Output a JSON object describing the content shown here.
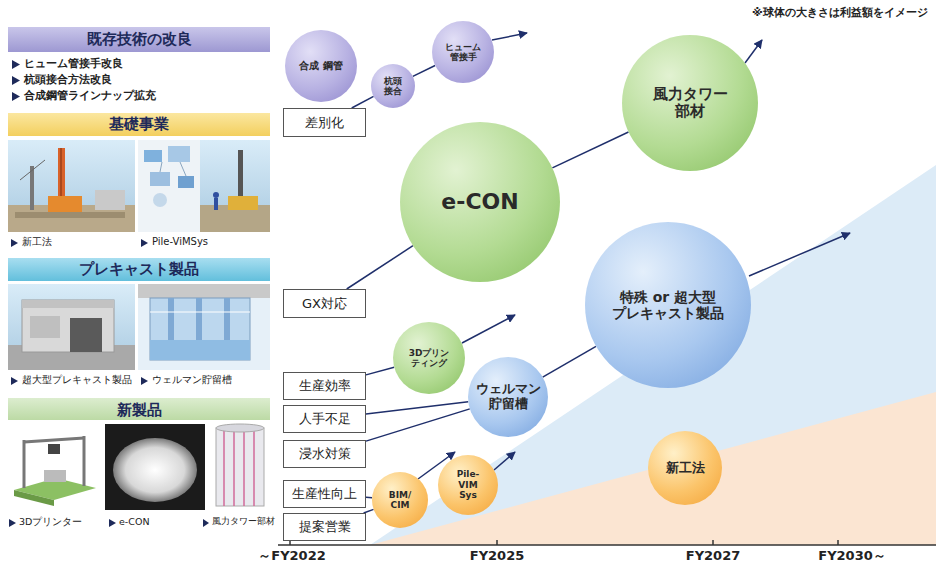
{
  "diagram": {
    "nodes": [
      {
        "text": [
          "既存技術の改良"
        ]
      },
      {
        "text": [
          "基礎事業"
        ]
      },
      {
        "text": [
          "プレキャスト製品"
        ]
      },
      {
        "text": [
          "新製品"
        ]
      },
      {
        "text": [
          "合成 鋼管"
        ]
      },
      {
        "text": [
          "杭頭 接合"
        ]
      },
      {
        "text": [
          "ヒューム 管接手"
        ]
      },
      {
        "text": [
          "差別化"
        ]
      },
      {
        "text": [
          "風力タワー 部材"
        ]
      },
      {
        "text": [
          "e-CON"
        ]
      },
      {
        "text": [
          "GX対応"
        ]
      },
      {
        "text": [
          "特殊 or 超大型 プレキャスト製品"
        ]
      },
      {
        "text": [
          "3Dプリン ティング"
        ]
      },
      {
        "text": [
          "生産効率"
        ]
      },
      {
        "text": [
          "ウェルマン 貯留槽"
        ]
      },
      {
        "text": [
          "人手不足"
        ]
      },
      {
        "text": [
          "浸水対策"
        ]
      },
      {
        "text": [
          "Pile- VIM Sys"
        ]
      },
      {
        "text": [
          "BIM/ CIM"
        ]
      },
      {
        "text": [
          "生産性向上"
        ]
      },
      {
        "text": [
          "提案営業"
        ]
      },
      {
        "text": [
          "新工法"
        ]
      }
    ],
    "edges": [
      {
        "from": 7,
        "to": 5,
        "arrow": "none"
      },
      {
        "from": 5,
        "to": 6,
        "arrow": "none"
      },
      {
        "from": 10,
        "to": 9,
        "arrow": "none"
      },
      {
        "from": 9,
        "to": 8,
        "arrow": "none"
      },
      {
        "from": 13,
        "to": 12,
        "arrow": "none"
      },
      {
        "from": 15,
        "to": 14,
        "arrow": "none"
      },
      {
        "from": 16,
        "to": 14,
        "arrow": "none"
      },
      {
        "from": 14,
        "to": 11,
        "arrow": "none"
      },
      {
        "from": 19,
        "to": 18,
        "arrow": "none"
      },
      {
        "from": 20,
        "to": 18,
        "arrow": "none"
      }
    ],
    "labels": [
      "※球体の大きさは利益額をイメージ",
      "ヒューム管接手改良",
      "杭頭接合方法改良",
      "合成鋼管ラインナップ拡充",
      "新工法",
      "Pile-ViMSys",
      "超大型プレキャスト製品",
      "ウェルマン貯留槽",
      "3Dプリンター",
      "e-CON",
      "風力タワー部材",
      "～FY2022",
      "FY2025",
      "FY2027",
      "FY2030～"
    ]
  }
}
